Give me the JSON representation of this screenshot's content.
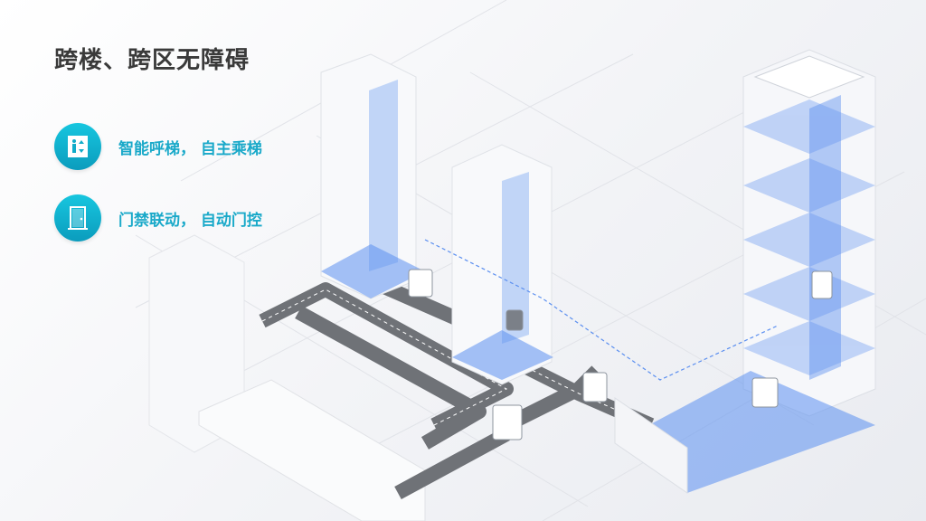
{
  "slide": {
    "title": "跨楼、跨区无障碍"
  },
  "features": [
    {
      "icon": "elevator-icon",
      "label": "智能呼梯， 自主乘梯"
    },
    {
      "icon": "door-icon",
      "label": "门禁联动， 自动门控"
    }
  ],
  "colors": {
    "accent": "#1aa9c9",
    "title": "#3a3a3a",
    "floor_blue": "#5b8ff0",
    "road": "#6b6e73"
  }
}
